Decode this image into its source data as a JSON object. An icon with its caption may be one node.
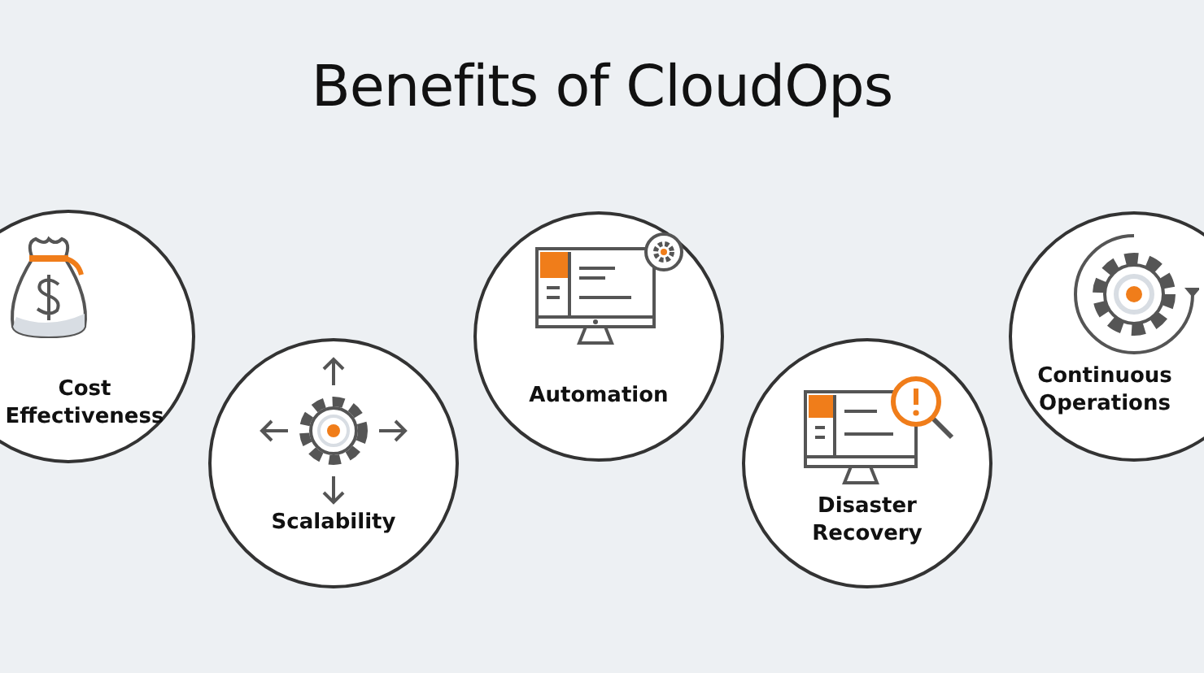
{
  "diagram": {
    "title": "Benefits of CloudOps",
    "nodes": [
      {
        "text": [
          "Cost Effectiveness"
        ]
      },
      {
        "text": [
          "Scalability"
        ]
      },
      {
        "text": [
          "Automation"
        ]
      },
      {
        "text": [
          "Disaster Recovery"
        ]
      },
      {
        "text": [
          "Continuous Operations"
        ]
      }
    ]
  }
}
